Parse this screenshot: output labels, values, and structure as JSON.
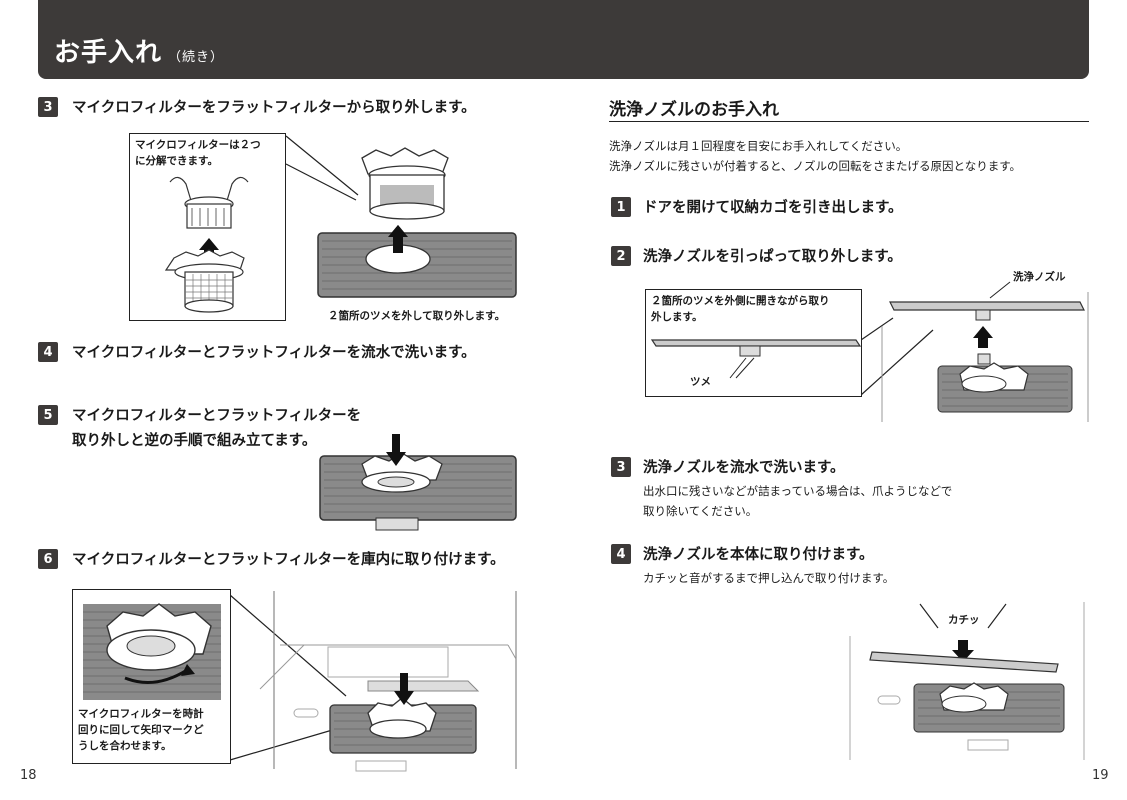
{
  "header": {
    "title": "お手入れ",
    "subtitle": "（続き）"
  },
  "left": {
    "step3": {
      "number": "3",
      "text": "マイクロフィルターをフラットフィルターから取り外します。"
    },
    "step3_callout": {
      "line1": "マイクロフィルターは２つ",
      "line2": "に分解できます。"
    },
    "step3_caption": "２箇所のツメを外して取り外します。",
    "step4": {
      "number": "4",
      "text": "マイクロフィルターとフラットフィルターを流水で洗います。"
    },
    "step5": {
      "number": "5",
      "line1": "マイクロフィルターとフラットフィルターを",
      "line2": "取り外しと逆の手順で組み立てます。"
    },
    "step6": {
      "number": "6",
      "text": "マイクロフィルターとフラットフィルターを庫内に取り付けます。"
    },
    "step6_callout": {
      "line1": "マイクロフィルターを時計",
      "line2": "回りに回して矢印マークど",
      "line3": "うしを合わせます。"
    }
  },
  "right": {
    "section_title": "洗浄ノズルのお手入れ",
    "intro_line1": "洗浄ノズルは月１回程度を目安にお手入れしてください。",
    "intro_line2": "洗浄ノズルに残さいが付着すると、ノズルの回転をさまたげる原因となります。",
    "step1": {
      "number": "1",
      "text": "ドアを開けて収納カゴを引き出します。"
    },
    "step2": {
      "number": "2",
      "text": "洗浄ノズルを引っぱって取り外します。"
    },
    "step2_callout": {
      "line1": "２箇所のツメを外側に開きながら取り",
      "line2": "外します。",
      "tab_label": "ツメ"
    },
    "step2_nozzle_label": "洗浄ノズル",
    "step3": {
      "number": "3",
      "text": "洗浄ノズルを流水で洗います。",
      "desc1": "出水口に残さいなどが詰まっている場合は、爪ようじなどで",
      "desc2": "取り除いてください。"
    },
    "step4": {
      "number": "4",
      "text": "洗浄ノズルを本体に取り付けます。",
      "desc1": "カチッと音がするまで押し込んで取り付けます。"
    },
    "step4_sound_label": "カチッ"
  },
  "footer": {
    "page_left": "18",
    "page_right": "19"
  },
  "colors": {
    "header_bg": "#3d3a39",
    "badge_bg": "#3d3a39",
    "filter_mesh": "#777777"
  }
}
